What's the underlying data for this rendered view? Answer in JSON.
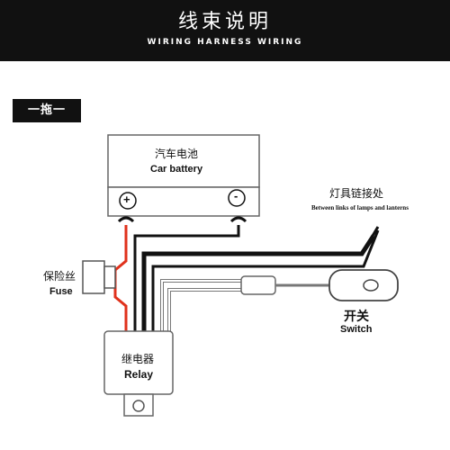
{
  "header": {
    "title_cn": "线束说明",
    "title_en": "WIRING HARNESS WIRING"
  },
  "section_tag": "一拖一",
  "battery": {
    "label_cn": "汽车电池",
    "label_en": "Car battery",
    "positive": "+",
    "negative": "-"
  },
  "lamp_connection": {
    "label_cn": "灯具链接处",
    "label_en": "Between links of lamps and lanterns"
  },
  "fuse": {
    "label_cn": "保险丝",
    "label_en": "Fuse"
  },
  "switch": {
    "label_cn": "开关",
    "label_en": "Switch"
  },
  "relay": {
    "label_cn": "继电器",
    "label_en": "Relay"
  },
  "colors": {
    "header_bg": "#111111",
    "wire_red": "#e0321c",
    "wire_black": "#111111",
    "wire_white": "#ffffff",
    "outline_gray": "#777777"
  }
}
